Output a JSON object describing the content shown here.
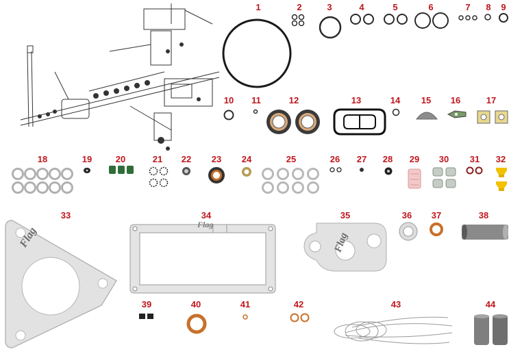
{
  "labels": [
    "1",
    "2",
    "3",
    "4",
    "5",
    "6",
    "7",
    "8",
    "9",
    "10",
    "11",
    "12",
    "13",
    "14",
    "15",
    "16",
    "17",
    "18",
    "19",
    "20",
    "21",
    "22",
    "23",
    "24",
    "25",
    "26",
    "27",
    "28",
    "29",
    "30",
    "31",
    "32",
    "33",
    "34",
    "35",
    "36",
    "37",
    "38",
    "39",
    "40",
    "41",
    "42",
    "43",
    "44"
  ],
  "gasket_watermark": "Flag",
  "colors": {
    "label": "#c0161c",
    "copper": "#c8702a",
    "rubber": "#222222",
    "steel": "#9a9a9a",
    "green_seal": "#2f6e3a",
    "yellow_cap": "#f2c200",
    "gasket_sheet": "#e2e2e2"
  }
}
